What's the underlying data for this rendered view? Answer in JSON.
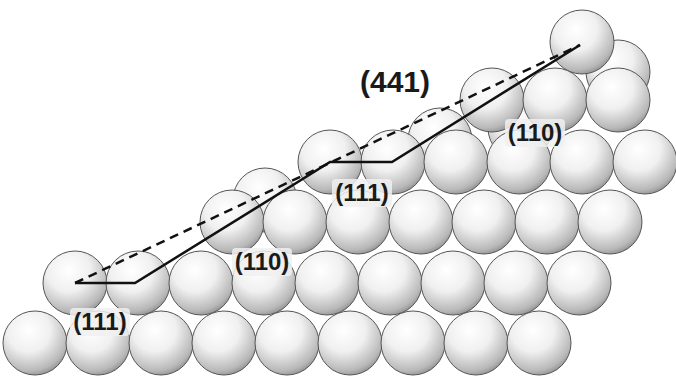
{
  "diagram": {
    "labels": [
      "(441)",
      "(110)",
      "(111)",
      "(110)",
      "(111)"
    ]
  }
}
